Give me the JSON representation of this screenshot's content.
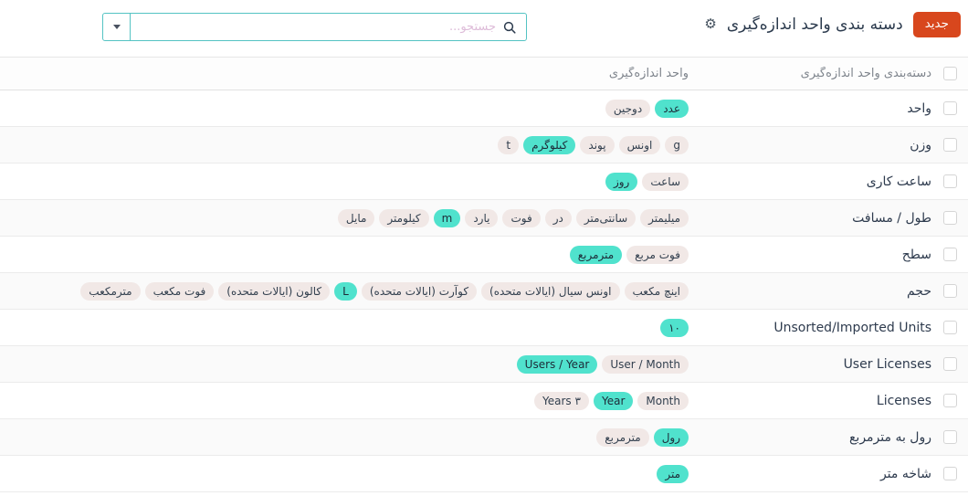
{
  "topbar": {
    "new_button": "جدید",
    "title": "دسته بندی واحد اندازه‌گیری",
    "gear_icon": "⚙",
    "search": {
      "placeholder": "جستجو..."
    }
  },
  "table": {
    "headers": {
      "category": "دسته‌بندی واحد اندازه‌گیری",
      "units": "واحد اندازه‌گیری"
    },
    "rows": [
      {
        "category": "واحد",
        "tags": [
          {
            "label": "عدد",
            "highlight": true
          },
          {
            "label": "دوجین",
            "highlight": false
          }
        ]
      },
      {
        "category": "وزن",
        "tags": [
          {
            "label": "g",
            "highlight": false
          },
          {
            "label": "اونس",
            "highlight": false
          },
          {
            "label": "پوند",
            "highlight": false
          },
          {
            "label": "کیلوگرم",
            "highlight": true
          },
          {
            "label": "t",
            "highlight": false
          }
        ]
      },
      {
        "category": "ساعت کاری",
        "tags": [
          {
            "label": "ساعت",
            "highlight": false
          },
          {
            "label": "روز",
            "highlight": true
          }
        ]
      },
      {
        "category": "طول / مسافت",
        "tags": [
          {
            "label": "میلیمتر",
            "highlight": false
          },
          {
            "label": "سانتی‌متر",
            "highlight": false
          },
          {
            "label": "در",
            "highlight": false
          },
          {
            "label": "فوت",
            "highlight": false
          },
          {
            "label": "یارد",
            "highlight": false
          },
          {
            "label": "m",
            "highlight": true
          },
          {
            "label": "کیلومتر",
            "highlight": false
          },
          {
            "label": "مایل",
            "highlight": false
          }
        ]
      },
      {
        "category": "سطح",
        "tags": [
          {
            "label": "فوت مربع",
            "highlight": false
          },
          {
            "label": "مترمربع",
            "highlight": true
          }
        ]
      },
      {
        "category": "حجم",
        "tags": [
          {
            "label": "اینچ مکعب",
            "highlight": false
          },
          {
            "label": "اونس سیال (ایالات متحده)",
            "highlight": false
          },
          {
            "label": "کوآرت (ایالات متحده)",
            "highlight": false
          },
          {
            "label": "L",
            "highlight": true
          },
          {
            "label": "کالون (ایالات متحده)",
            "highlight": false
          },
          {
            "label": "فوت مکعب",
            "highlight": false
          },
          {
            "label": "مترمکعب",
            "highlight": false
          }
        ]
      },
      {
        "category": "Unsorted/Imported Units",
        "tags": [
          {
            "label": "۱۰",
            "highlight": true
          }
        ]
      },
      {
        "category": "User Licenses",
        "tags": [
          {
            "label": "User / Month",
            "highlight": false
          },
          {
            "label": "Users / Year",
            "highlight": true
          }
        ]
      },
      {
        "category": "Licenses",
        "tags": [
          {
            "label": "Month",
            "highlight": false
          },
          {
            "label": "Year",
            "highlight": true
          },
          {
            "label": "۳ Years",
            "highlight": false
          }
        ]
      },
      {
        "category": "رول به مترمربع",
        "tags": [
          {
            "label": "رول",
            "highlight": true
          },
          {
            "label": "مترمربع",
            "highlight": false
          }
        ]
      },
      {
        "category": "شاخه متر",
        "tags": [
          {
            "label": "متر",
            "highlight": true
          }
        ]
      }
    ]
  },
  "colors": {
    "new_button_bg": "#D8471D",
    "tag_highlight_bg": "#50E2CD",
    "tag_muted_bg": "#F1E8E6",
    "search_border": "#54C3C3",
    "search_placeholder": "#DEBCD9",
    "header_text": "#7F858D",
    "body_text": "#2E3B4E"
  }
}
